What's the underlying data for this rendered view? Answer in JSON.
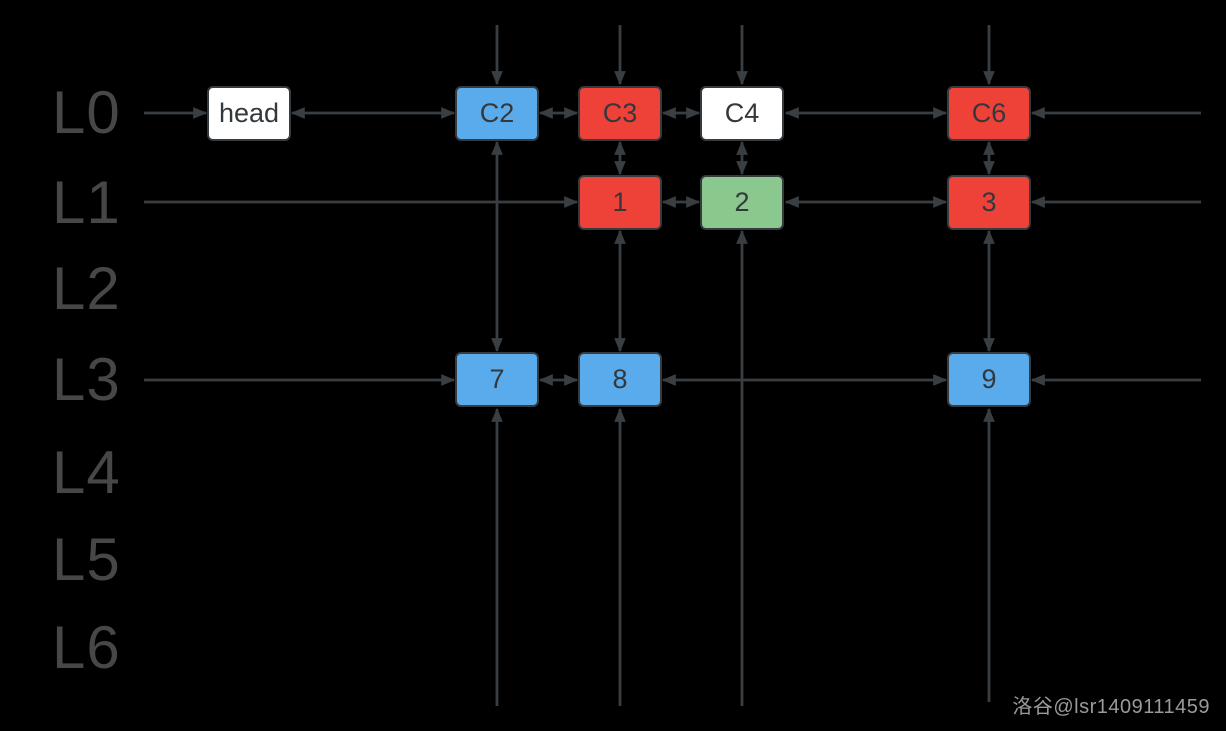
{
  "watermark": "洛谷@lsr1409111459",
  "palette": {
    "background": "#000000",
    "line": "#393e43",
    "label": "#474747",
    "node_text": "#33383c",
    "node_border": "#363b40",
    "watermark": "#9a9a9a"
  },
  "colors": {
    "blue": "#5aabec",
    "red": "#ee4238",
    "green": "#8bc88e",
    "white": "#ffffff"
  },
  "levels": [
    "L0",
    "L1",
    "L2",
    "L3",
    "L4",
    "L5",
    "L6"
  ],
  "nodes": {
    "head": {
      "label": "head",
      "color": "#ffffff",
      "level": "L0"
    },
    "c2": {
      "label": "C2",
      "color": "#5aabec",
      "level": "L0"
    },
    "c3": {
      "label": "C3",
      "color": "#ee4238",
      "level": "L0"
    },
    "c4": {
      "label": "C4",
      "color": "#ffffff",
      "level": "L0"
    },
    "c6": {
      "label": "C6",
      "color": "#ee4238",
      "level": "L0"
    },
    "n1": {
      "label": "1",
      "color": "#ee4238",
      "level": "L1"
    },
    "n2": {
      "label": "2",
      "color": "#8bc88e",
      "level": "L1"
    },
    "n3": {
      "label": "3",
      "color": "#ee4238",
      "level": "L1"
    },
    "n7": {
      "label": "7",
      "color": "#5aabec",
      "level": "L3"
    },
    "n8": {
      "label": "8",
      "color": "#5aabec",
      "level": "L3"
    },
    "n9": {
      "label": "9",
      "color": "#5aabec",
      "level": "L3"
    }
  },
  "edges": [
    {
      "between": [
        "left-rail",
        "head"
      ],
      "level": "L0",
      "direction": "into-head"
    },
    {
      "between": [
        "head",
        "C2"
      ],
      "level": "L0",
      "direction": "both"
    },
    {
      "between": [
        "C2",
        "C3"
      ],
      "level": "L0",
      "direction": "both"
    },
    {
      "between": [
        "C3",
        "C4"
      ],
      "level": "L0",
      "direction": "both"
    },
    {
      "between": [
        "C4",
        "C6"
      ],
      "level": "L0",
      "direction": "both"
    },
    {
      "between": [
        "right-rail",
        "C6"
      ],
      "level": "L0",
      "direction": "into-C6"
    },
    {
      "between": [
        "left-rail",
        "1"
      ],
      "level": "L1",
      "direction": "into-1"
    },
    {
      "between": [
        "1",
        "2"
      ],
      "level": "L1",
      "direction": "both"
    },
    {
      "between": [
        "2",
        "3"
      ],
      "level": "L1",
      "direction": "both"
    },
    {
      "between": [
        "right-rail",
        "3"
      ],
      "level": "L1",
      "direction": "into-3"
    },
    {
      "between": [
        "left-rail",
        "7"
      ],
      "level": "L3",
      "direction": "into-7"
    },
    {
      "between": [
        "7",
        "8"
      ],
      "level": "L3",
      "direction": "both"
    },
    {
      "between": [
        "8",
        "9"
      ],
      "level": "L3",
      "direction": "both"
    },
    {
      "between": [
        "right-rail",
        "9"
      ],
      "level": "L3",
      "direction": "into-9"
    },
    {
      "between": [
        "top-rail",
        "C2"
      ],
      "direction": "down"
    },
    {
      "between": [
        "top-rail",
        "C3"
      ],
      "direction": "down"
    },
    {
      "between": [
        "top-rail",
        "C4"
      ],
      "direction": "down"
    },
    {
      "between": [
        "top-rail",
        "C6"
      ],
      "direction": "down"
    },
    {
      "between": [
        "C2",
        "7"
      ],
      "direction": "both"
    },
    {
      "between": [
        "C3",
        "1"
      ],
      "direction": "both"
    },
    {
      "between": [
        "C4",
        "2"
      ],
      "direction": "both"
    },
    {
      "between": [
        "C6",
        "3"
      ],
      "direction": "both"
    },
    {
      "between": [
        "1",
        "8"
      ],
      "direction": "both"
    },
    {
      "between": [
        "3",
        "9"
      ],
      "direction": "both"
    },
    {
      "between": [
        "bottom-rail",
        "2"
      ],
      "direction": "up-into-2"
    },
    {
      "between": [
        "bottom-rail",
        "7"
      ],
      "direction": "up-into-7"
    },
    {
      "between": [
        "bottom-rail",
        "8"
      ],
      "direction": "up-into-8"
    },
    {
      "between": [
        "bottom-rail",
        "9"
      ],
      "direction": "up-into-9"
    }
  ]
}
